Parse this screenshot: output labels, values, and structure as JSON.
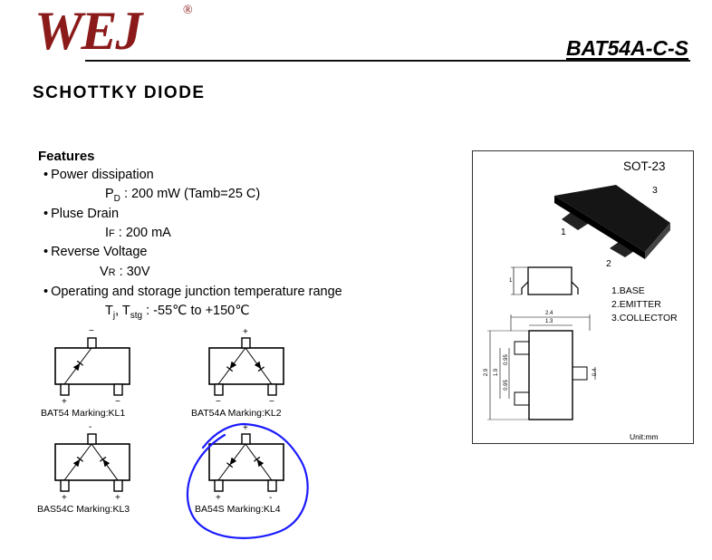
{
  "header": {
    "logo": "WEJ",
    "registered": "®",
    "part_number": "BAT54A-C-S",
    "subtitle": "SCHOTTKY DIODE"
  },
  "features": {
    "heading": "Features",
    "items": [
      {
        "label": "Power dissipation",
        "sym": "P",
        "sub": "D",
        "value": ": 200 mW (Tamb=25 C)"
      },
      {
        "label": "Pluse Drain",
        "sym": "I",
        "sub": "F",
        "value": ": 200 mA"
      },
      {
        "label": "Reverse Voltage",
        "sym": "V",
        "sub": "R",
        "value": ": 30V"
      },
      {
        "label": "Operating and storage junction temperature range",
        "sym": "T",
        "sub": "j",
        "sym2": ", T",
        "sub2": "stg",
        "value": ": -55℃ to +150℃"
      }
    ]
  },
  "circuits": [
    {
      "label": "BAT54  Marking:KL1",
      "polarity": "-"
    },
    {
      "label": "BAT54A  Marking:KL2",
      "polarity": "+"
    },
    {
      "label": "BAS54C Marking:KL3",
      "polarity": "-"
    },
    {
      "label": "BA54S  Marking:KL4",
      "polarity": "+"
    }
  ],
  "package": {
    "name": "SOT-23",
    "pins": [
      "1",
      "2",
      "3"
    ],
    "legend": [
      "1.BASE",
      "2.EMITTER",
      "3.COLLECTOR"
    ],
    "unit": "Unit:mm",
    "dims": [
      "2.4",
      "1.3",
      "2.9",
      "1.9",
      "0.95",
      "0.95",
      "0.4",
      "1"
    ]
  },
  "colors": {
    "logo": "#8b1a1a",
    "annotation": "#1a1aff"
  }
}
